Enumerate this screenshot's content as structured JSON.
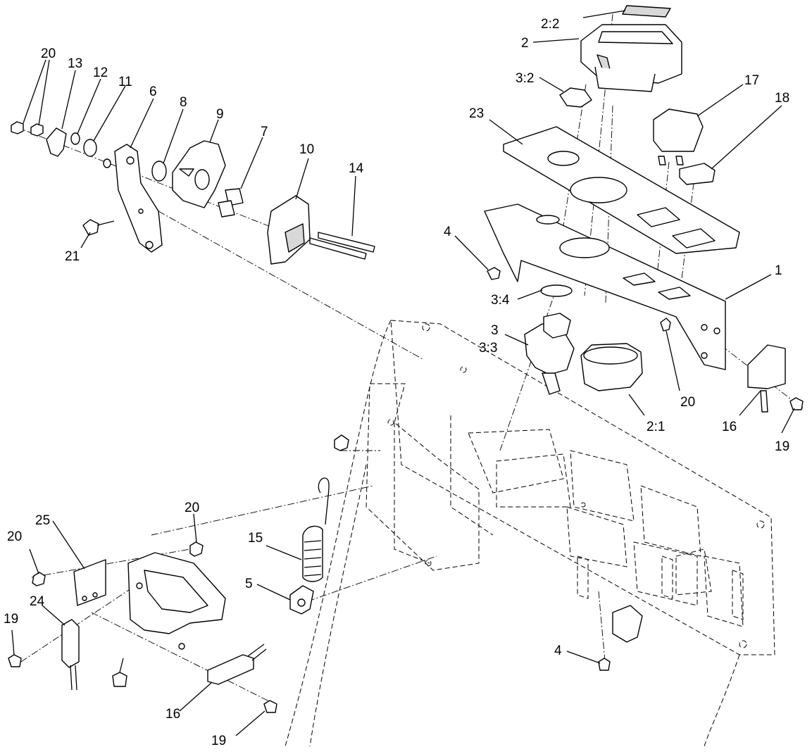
{
  "callouts": {
    "c1": "1",
    "c2": "2",
    "c2_1": "2:1",
    "c2_2": "2:2",
    "c3": "3",
    "c3_2": "3:2",
    "c3_3": "3:3",
    "c3_4": "3:4",
    "c4a": "4",
    "c4b": "4",
    "c5": "5",
    "c6": "6",
    "c7": "7",
    "c8": "8",
    "c9": "9",
    "c10": "10",
    "c11": "11",
    "c12": "12",
    "c13": "13",
    "c14": "14",
    "c15": "15",
    "c16a": "16",
    "c16b": "16",
    "c17": "17",
    "c18": "18",
    "c19a": "19",
    "c19b": "19",
    "c19c": "19",
    "c20a": "20",
    "c20b": "20",
    "c20c": "20",
    "c20d": "20",
    "c21": "21",
    "c23": "23",
    "c24": "24",
    "c25": "25"
  }
}
